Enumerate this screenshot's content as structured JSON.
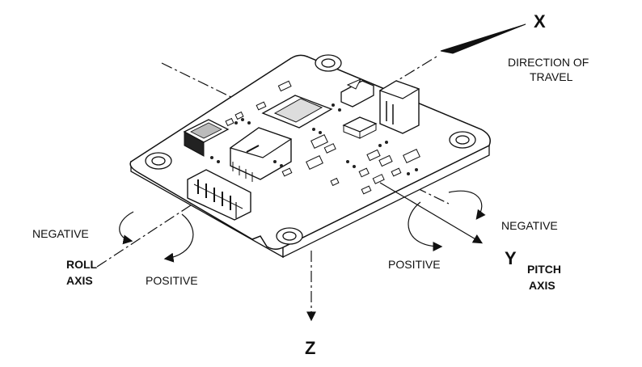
{
  "axes": {
    "x": "X",
    "y": "Y",
    "z": "Z"
  },
  "labels": {
    "direction_line1": "DIRECTION OF",
    "direction_line2": "TRAVEL",
    "roll_negative": "NEGATIVE",
    "roll_positive": "POSITIVE",
    "roll_axis_line1": "ROLL",
    "roll_axis_line2": "AXIS",
    "pitch_negative": "NEGATIVE",
    "pitch_positive": "POSITIVE",
    "pitch_axis_line1": "PITCH",
    "pitch_axis_line2": "AXIS"
  },
  "colors": {
    "ink": "#111111",
    "board": "#ffffff",
    "component_dark": "#222222"
  }
}
